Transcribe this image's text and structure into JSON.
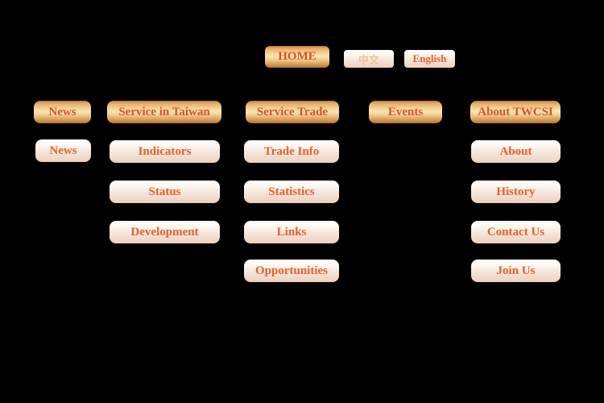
{
  "page": {
    "background_color": "#000000",
    "accent_gold": "#f8e3b1",
    "accent_cream": "#f6e5d8",
    "header_text_color": "#d8502a",
    "item_text_color": "#e2622c",
    "muted_lang_text_color": "#eec39b"
  },
  "top_nav": {
    "home_label": "HOME",
    "lang_zh_label": "中文",
    "lang_en_label": "English"
  },
  "sitemap": {
    "columns": [
      {
        "header": "News",
        "items": [
          "News"
        ]
      },
      {
        "header": "Service in Taiwan",
        "items": [
          "Indicators",
          "Status",
          "Development"
        ]
      },
      {
        "header": "Service Trade",
        "items": [
          "Trade Info",
          "Statistics",
          "Links",
          "Opportunities"
        ]
      },
      {
        "header": "Events",
        "items": []
      },
      {
        "header": "About TWCSI",
        "items": [
          "About",
          "History",
          "Contact Us",
          "Join Us"
        ]
      }
    ]
  }
}
